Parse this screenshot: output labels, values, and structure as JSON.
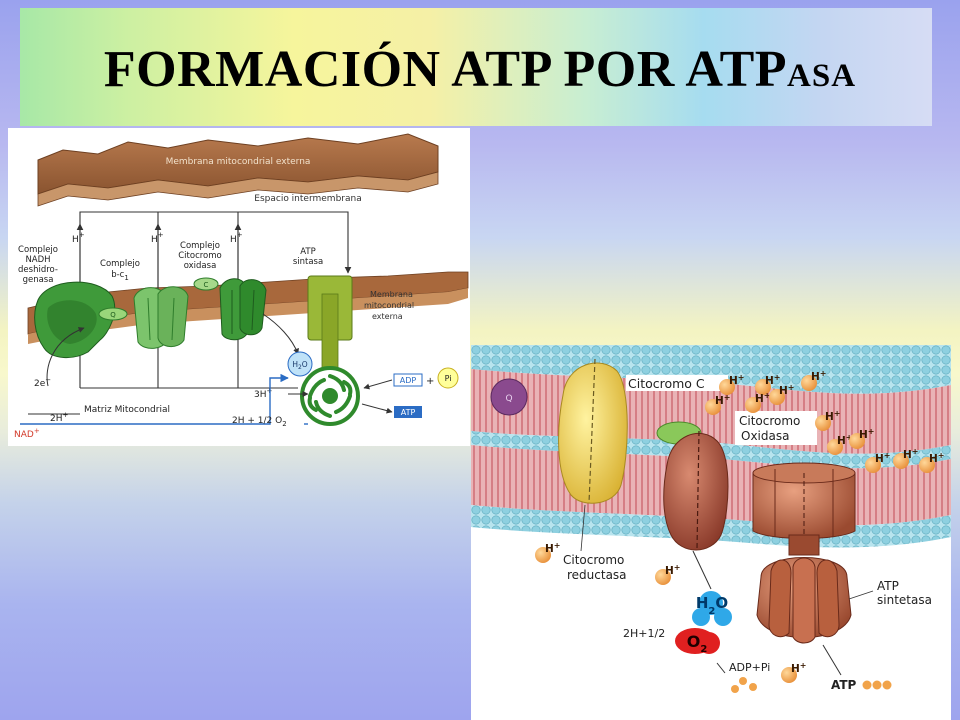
{
  "slide": {
    "title_main": "FORMACIÓN ATP POR ATP",
    "title_sub": "ASA"
  },
  "left_diagram": {
    "outer_membrane": "Membrana mitocondrial externa",
    "intermembrane_space": "Espacio intermembrana",
    "complex1_lines": [
      "Complejo",
      "NADH",
      "deshidro-",
      "genasa"
    ],
    "complex3_lines": [
      "Complejo",
      "b-c"
    ],
    "complex3_subscript": "1",
    "complex4_lines": [
      "Complejo",
      "Citocromo",
      "oxidasa"
    ],
    "atp_synthase_lines": [
      "ATP",
      "sintasa"
    ],
    "inner_membrane_lines": [
      "Membrana",
      "mitocondrial",
      "externa"
    ],
    "matrix": "Matriz Mitocondrial",
    "q_label": "Q",
    "c_label": "C",
    "h_plus": "H",
    "plus": "+",
    "two_e": "2e",
    "minus": "−",
    "two_h": "2H",
    "nad": "NAD",
    "three_h": "3H",
    "water_h": "H",
    "water_2": "2",
    "water_o": "O",
    "reaction": "2H + 1/2 O",
    "reaction_sub": "2",
    "adp": "ADP",
    "pi": "Pi",
    "atp": "ATP"
  },
  "right_diagram": {
    "citocromo_c": "Citocromo C",
    "citocromo_oxidasa_lines": [
      "Citocromo",
      "Oxidasa"
    ],
    "citocromo_reductasa_lines": [
      "Citocromo",
      "reductasa"
    ],
    "atp_sintetasa_lines": [
      "ATP",
      "sintetasa"
    ],
    "q_label": "Q",
    "h_plus": "H",
    "plus": "+",
    "water_h": "H",
    "water_2": "2",
    "water_o": "O",
    "o2": "O",
    "o2_sub": "2",
    "reaction": "2H+1/2",
    "adp_pi": "ADP+Pi",
    "atp": "ATP"
  },
  "colors": {
    "membrane_brown": "#a8683c",
    "complex_green": "#3f9a3a",
    "atp_synthase_green": "#9ab838",
    "matrix_arrow_blue": "#2b6cc4",
    "nad_red": "#d23a2a",
    "lipid_pink": "#d9838a",
    "lipid_head_cyan": "#8ed0e0",
    "reductase_yellow": "#e8cc50",
    "oxidase_brown": "#a84a3a",
    "synthetase_brown": "#b86a4c",
    "o2_red": "#e02020",
    "water_blue": "#2fa8e8",
    "h_ion_orange": "#f1a34a"
  }
}
